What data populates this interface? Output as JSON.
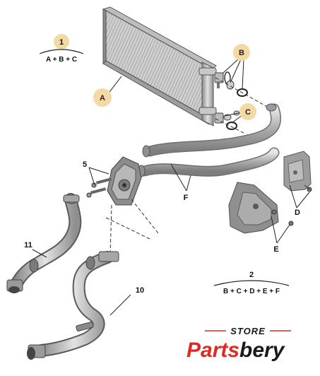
{
  "callouts": {
    "A": "A",
    "B": "B",
    "C": "C"
  },
  "labels": {
    "n5": "5",
    "nF": "F",
    "nD": "D",
    "nE": "E",
    "n11": "11",
    "n10": "10"
  },
  "formula1": {
    "number": "1",
    "expression": "A + B + C"
  },
  "formula2": {
    "number": "2",
    "expression": "B + C + D + E + F"
  },
  "logo": {
    "store": "STORE",
    "brand": "Partsbery"
  },
  "colors": {
    "callout_fill": "#f3d9a4",
    "logo_red": "#e02a1f",
    "metal": "#b5b5b5"
  }
}
